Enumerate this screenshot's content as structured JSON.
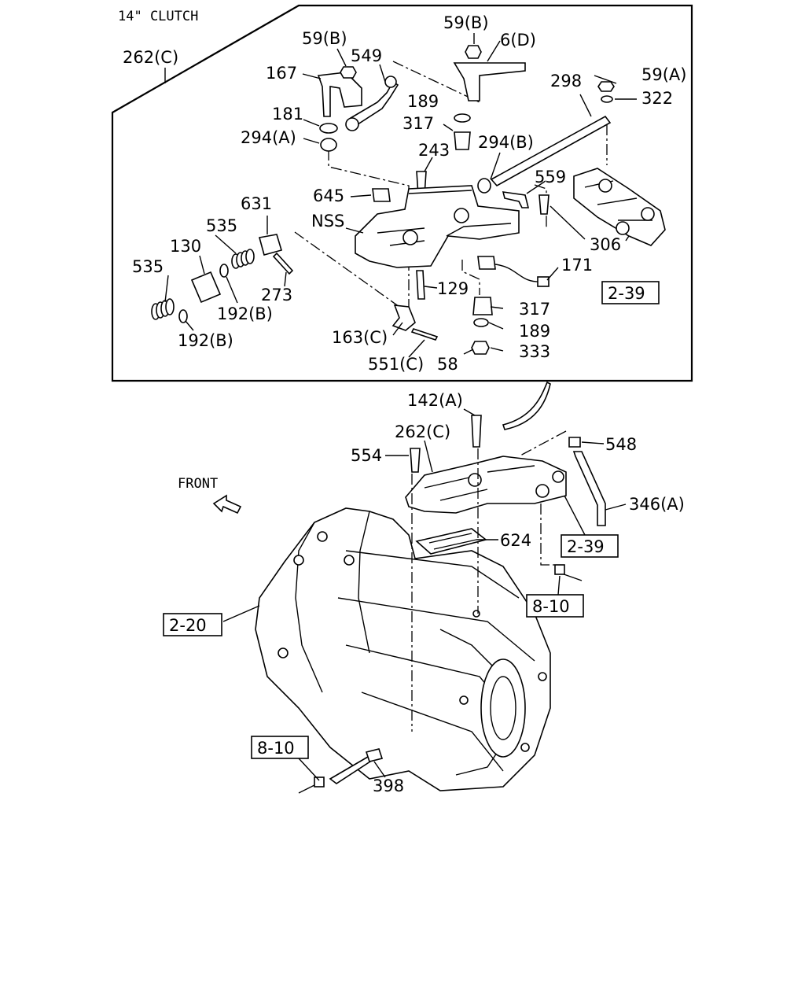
{
  "header": {
    "title": "14\" CLUTCH"
  },
  "front_label": "FRONT",
  "callouts": {
    "c262c_top": "262(C)",
    "c59b_a": "59(B)",
    "c549": "549",
    "c59b_b": "59(B)",
    "c6d": "6(D)",
    "c167": "167",
    "c298": "298",
    "c59a": "59(A)",
    "c322": "322",
    "c189_top": "189",
    "c181": "181",
    "c317_top": "317",
    "c294a": "294(A)",
    "c294b": "294(B)",
    "c243": "243",
    "c559": "559",
    "c645": "645",
    "c631": "631",
    "cnss": "NSS",
    "c306": "306",
    "c535_a": "535",
    "c130": "130",
    "c535_b": "535",
    "c171": "171",
    "c129": "129",
    "c273": "273",
    "c192b_a": "192(B)",
    "c317_bot": "317",
    "c192b_b": "192(B)",
    "c163c": "163(C)",
    "c189_bot": "189",
    "c551c": "551(C)",
    "c58": "58",
    "c333": "333",
    "c142a": "142(A)",
    "c262c_bot": "262(C)",
    "c548": "548",
    "c554": "554",
    "c346a": "346(A)",
    "c624": "624",
    "c398": "398"
  },
  "reference_boxes": {
    "r239_top": "2-39",
    "r239_bot": "2-39",
    "r810_right": "8-10",
    "r220": "2-20",
    "r810_left": "8-10"
  }
}
